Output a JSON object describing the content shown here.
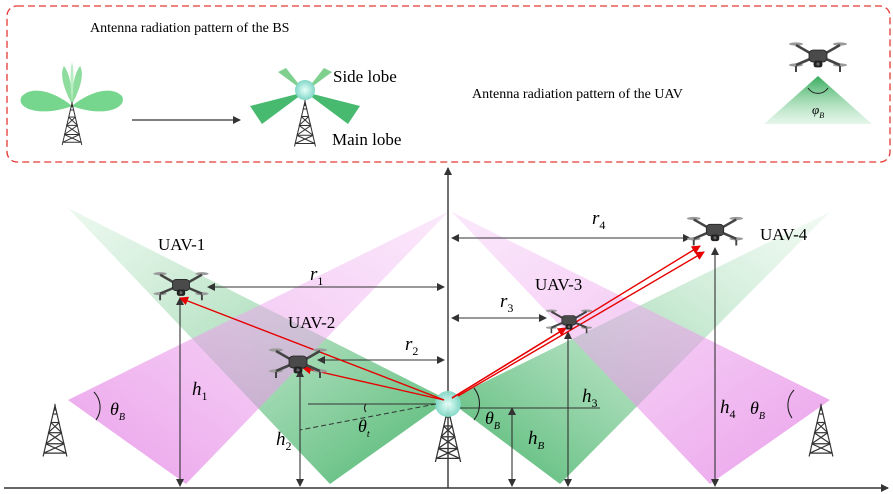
{
  "legend": {
    "bs_pattern_title": "Antenna radiation pattern of the BS",
    "side_lobe": "Side lobe",
    "main_lobe": "Main lobe",
    "uav_pattern_title": "Antenna radiation pattern of the UAV",
    "phi_symbol": "φ",
    "phi_sub": "B"
  },
  "uavs": [
    {
      "label": "UAV-1",
      "r_sym": "r",
      "r_sub": "1",
      "h_sym": "h",
      "h_sub": "1"
    },
    {
      "label": "UAV-2",
      "r_sym": "r",
      "r_sub": "2",
      "h_sym": "h",
      "h_sub": "2"
    },
    {
      "label": "UAV-3",
      "r_sym": "r",
      "r_sub": "3",
      "h_sym": "h",
      "h_sub": "3"
    },
    {
      "label": "UAV-4",
      "r_sym": "r",
      "r_sub": "4",
      "h_sym": "h",
      "h_sub": "4"
    }
  ],
  "angles": {
    "theta": "θ",
    "B": "B",
    "t": "t"
  },
  "bs_height": {
    "sym": "h",
    "sub": "B"
  },
  "colors": {
    "green_beam": "#33b25f",
    "pink_beam": "#e681e6",
    "link_arrow": "#e60000",
    "dashed_border": "#e53935",
    "axis": "#333333"
  }
}
